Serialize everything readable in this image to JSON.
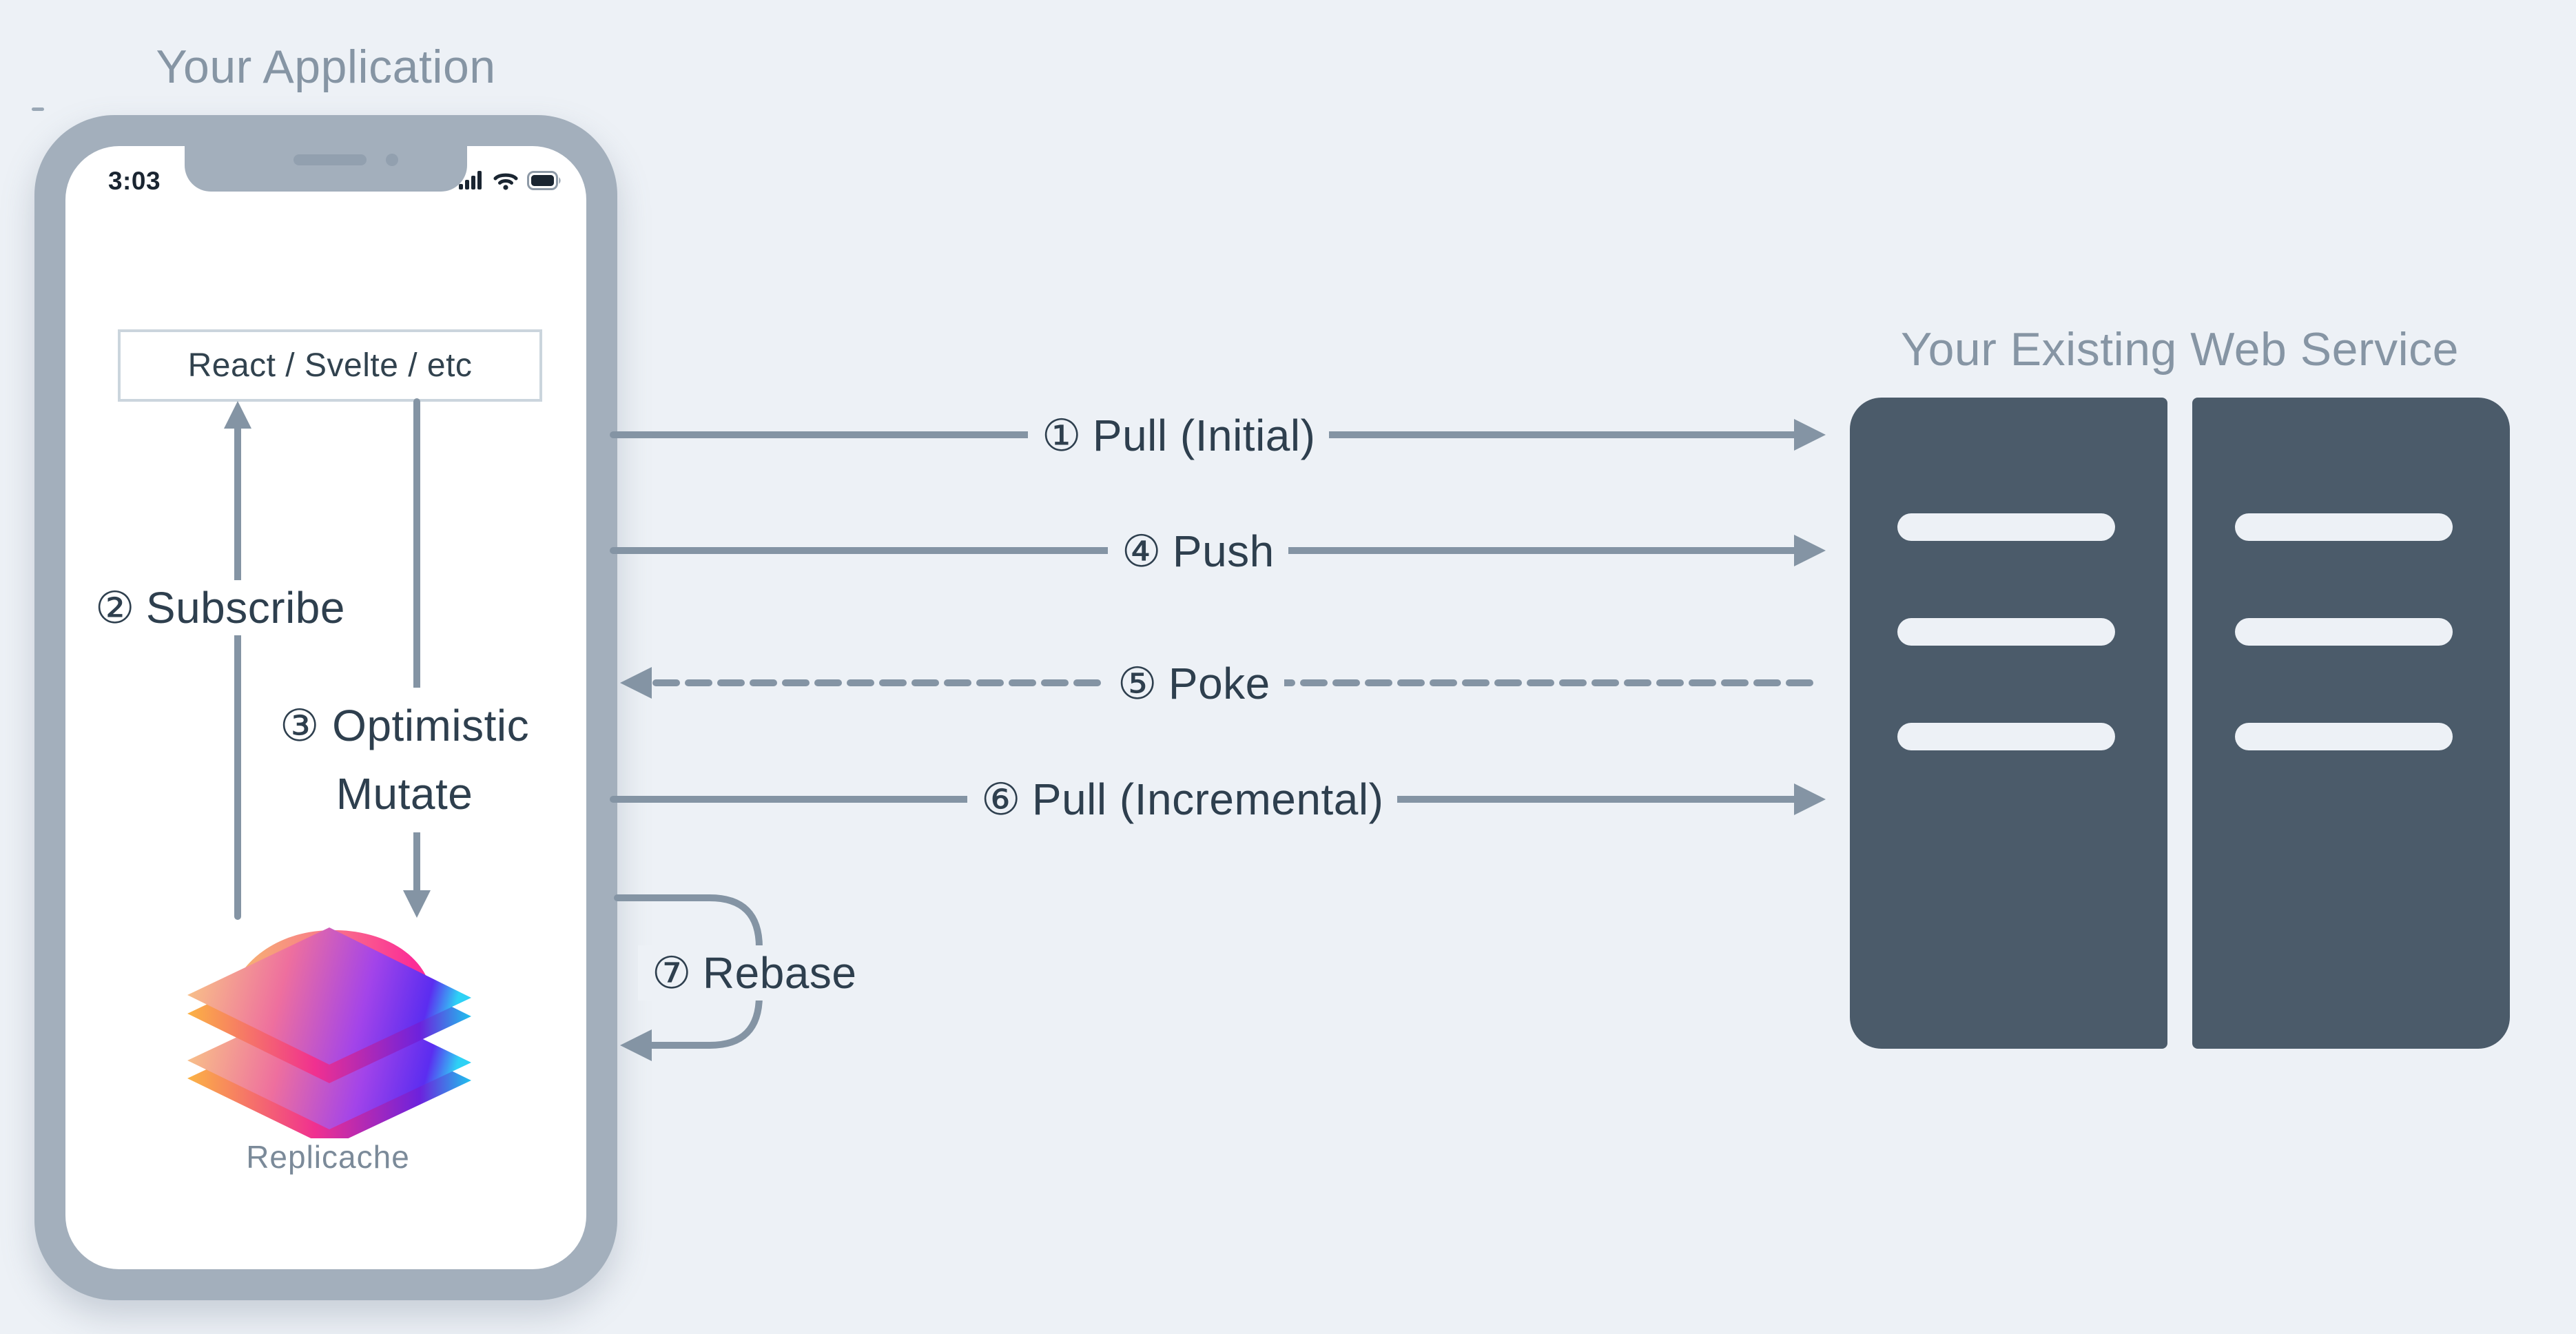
{
  "application": {
    "title": "Your Application",
    "phone": {
      "status_time": "3:03"
    },
    "framework_box_label": "React / Svelte / etc",
    "logo_caption": "Replicache"
  },
  "web_service": {
    "title": "Your Existing Web Service"
  },
  "flows": {
    "pull_initial": {
      "number": "①",
      "label": "Pull (Initial)",
      "direction": "to-server",
      "style": "solid"
    },
    "subscribe": {
      "number": "②",
      "label": "Subscribe",
      "direction": "up",
      "style": "solid"
    },
    "optimistic_mutate": {
      "number": "③",
      "label_line1": "Optimistic",
      "label_line2": "Mutate",
      "direction": "down",
      "style": "solid"
    },
    "push": {
      "number": "④",
      "label": "Push",
      "direction": "to-server",
      "style": "solid"
    },
    "poke": {
      "number": "⑤",
      "label": "Poke",
      "direction": "to-app",
      "style": "dashed"
    },
    "pull_incremental": {
      "number": "⑥",
      "label": "Pull (Incremental)",
      "direction": "to-server",
      "style": "solid"
    },
    "rebase": {
      "number": "⑦",
      "label": "Rebase",
      "direction": "loop",
      "style": "solid"
    }
  },
  "colors": {
    "background": "#edf1f6",
    "phone_bezel": "#a3afbc",
    "arrow": "#8494a4",
    "label_text": "#2e3f4e",
    "caption_text": "#8695a4",
    "server_body": "#4b5b6a",
    "status_text": "#1a2531"
  }
}
